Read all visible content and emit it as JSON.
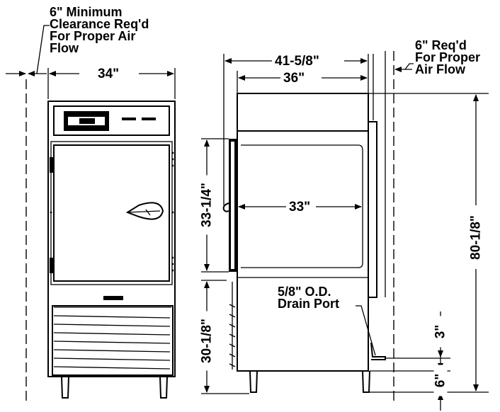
{
  "front_view": {
    "clearance_note": [
      "6\" Minimum",
      "Clearance Req'd",
      "For Proper Air",
      "Flow"
    ],
    "width_dim": "34\""
  },
  "side_view": {
    "overall_depth_dim": "41-5/8\"",
    "cabinet_depth_dim": "36\"",
    "interior_depth_dim": "33\"",
    "door_height_dim": "33-1/4\"",
    "base_height_dim": "30-1/8\"",
    "overall_height_dim": "80-1/8\"",
    "rear_clearance_note": [
      "6\" Req'd",
      "For Proper",
      "Air Flow"
    ],
    "drain_note": [
      "5/8\" O.D.",
      "Drain Port"
    ],
    "drain_height_dim": "3\"",
    "leg_height_dim": "6\""
  }
}
